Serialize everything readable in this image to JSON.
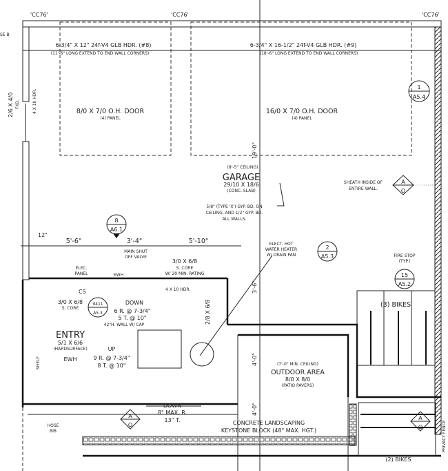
{
  "column_tags": [
    "'CC76'",
    "'CC76'",
    "'CC76'"
  ],
  "headers": [
    {
      "title": "6-3/4\" X 12\" 24f-V4 GLB HDR. (#8)",
      "note": "(11'-6\" LONG EXTEND TO END WALL CORNERS)"
    },
    {
      "title": "6-3/4\" X 16-1/2\" 24f-V4 GLB HDR. (#9)",
      "note": "(18'-6\" LONG EXTEND TO END WALL CORNERS)"
    }
  ],
  "doors": [
    {
      "title": "8/0 X 7/0 O.H. DOOR",
      "note": "(4) PANEL"
    },
    {
      "title": "16/0 X 7/0 O.H. DOOR",
      "note": "(4) PANEL"
    }
  ],
  "window": {
    "size": "2/6 X 4/0",
    "type": "FXD.",
    "header": "4 X 10 HDR."
  },
  "hose_bib_top": "SE B",
  "garage": {
    "ceiling": "(8'-5\" CEILING)",
    "name": "GARAGE",
    "size": "29/10 X 18/6",
    "floor": "(CONC. SLAB)",
    "dim": "19'-0\""
  },
  "gyp_note": [
    "5/8\" (TYPE 'X') GYP. BD. ON",
    "CEILING, AND 1/2\" GYP. BD.",
    "ALL WALLS."
  ],
  "sheath_note": [
    "SHEATH INSIDE OF",
    "ENTIRE WALL."
  ],
  "callouts": [
    {
      "top": "1",
      "bottom": "A5.4"
    },
    {
      "top": "8",
      "bottom": "A6.1"
    },
    {
      "top": "2",
      "bottom": "A5.3"
    },
    {
      "top": "15",
      "bottom": "A5.2"
    },
    {
      "top": "9411",
      "bottom": "A5.3"
    }
  ],
  "section_marks": [
    {
      "top": "A",
      "bottom": "O"
    },
    {
      "top": "A",
      "bottom": "O"
    },
    {
      "top": "A",
      "bottom": "O"
    }
  ],
  "fire_stop": [
    "FIRE STOP",
    "(TYP.)"
  ],
  "dims": {
    "d12": "12\"",
    "d1": "5'-6\"",
    "d2": "3'-4\"",
    "d3": "5'-10\"",
    "d4": "3'-6\"",
    "d5": "4'-0\"",
    "d6": "4'-0\""
  },
  "main_shut": [
    "MAIN SHUT",
    "OFF VALVE"
  ],
  "elec_panel": [
    "ELEC.",
    "PANEL"
  ],
  "ewh": "EWH",
  "cs": "CS",
  "garage_door": [
    "3/0 X 6/8",
    "S. CORE",
    "W/ 20 MIN. RATING"
  ],
  "hdr_4x10": "4 X 10 HDR.",
  "water_heater": [
    "ELECT. HOT",
    "WATER HEATER",
    "W/ DRAIN PAN"
  ],
  "bikes3": "(3) BIKES",
  "bikes2": "(2) BIKES",
  "entry_door": [
    "3/0 X 6/8",
    "S. CORE"
  ],
  "stair_down": [
    "DOWN",
    "6 R. @ 7-3/4\"",
    "5 T. @ 10\""
  ],
  "wall_note": "42\"H. WALL W/ CAP",
  "closet_door": "2/8 X 6/8",
  "entry": {
    "name": "ENTRY",
    "size": "5/1 X 6/6",
    "floor": "(HARDSURFACE)"
  },
  "stair_up": [
    "UP",
    "9 R. @ 7-3/4\"",
    "8 T. @ 10\""
  ],
  "shelf": "SHELF",
  "ewh2": "EWH",
  "hose_bib": [
    "HOSE",
    "BIB"
  ],
  "outdoor": {
    "ceiling": "(7'-0\" MIN. CEILING)",
    "name": "OUTDOOR AREA",
    "size": "8/0 X 8/0",
    "floor": "(PATIO PAVERS)"
  },
  "ext_stair": [
    "DOWN",
    "8\" MAX. R.",
    "13\" T."
  ],
  "landscape": [
    "CONCRETE LANDSCAPING",
    "KEYSTONE BLOCK (48\" MAX. HGT.)"
  ],
  "privacy_fence": "PRIVACY FENCE"
}
